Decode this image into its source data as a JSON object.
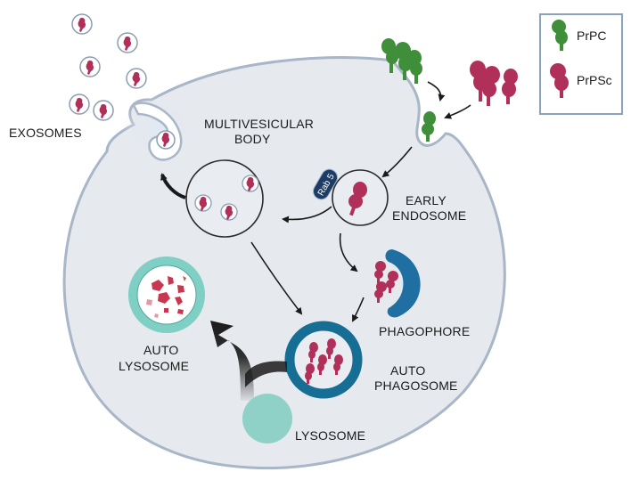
{
  "legend": {
    "items": [
      {
        "label": "PrPC",
        "color": "#3f8f3a"
      },
      {
        "label": "PrPSc",
        "color": "#b0305a"
      }
    ]
  },
  "labels": {
    "exosomes": "EXOSOMES",
    "multivesicular_line1": "MULTIVESICULAR",
    "multivesicular_line2": "BODY",
    "early_line1": "EARLY",
    "early_line2": "ENDOSOME",
    "rab5": "Rab 5",
    "phagophore": "PHAGOPHORE",
    "auto_lysosome_line1": "AUTO",
    "auto_lysosome_line2": "LYSOSOME",
    "autophagosome_line1": "AUTO",
    "autophagosome_line2": "PHAGOSOME",
    "lysosome": "LYSOSOME"
  },
  "colors": {
    "cell_fill": "#e6e9ee",
    "cell_stroke": "#a9b6c8",
    "prpc": "#3f8f3a",
    "prpsc": "#b0305a",
    "autophagosome_ring": "#176e95",
    "autolysosome_ring": "#7fcfc4",
    "lysosome": "#8fd1c6",
    "phagophore": "#1f6fa3",
    "rab5": "#1d3c63"
  }
}
